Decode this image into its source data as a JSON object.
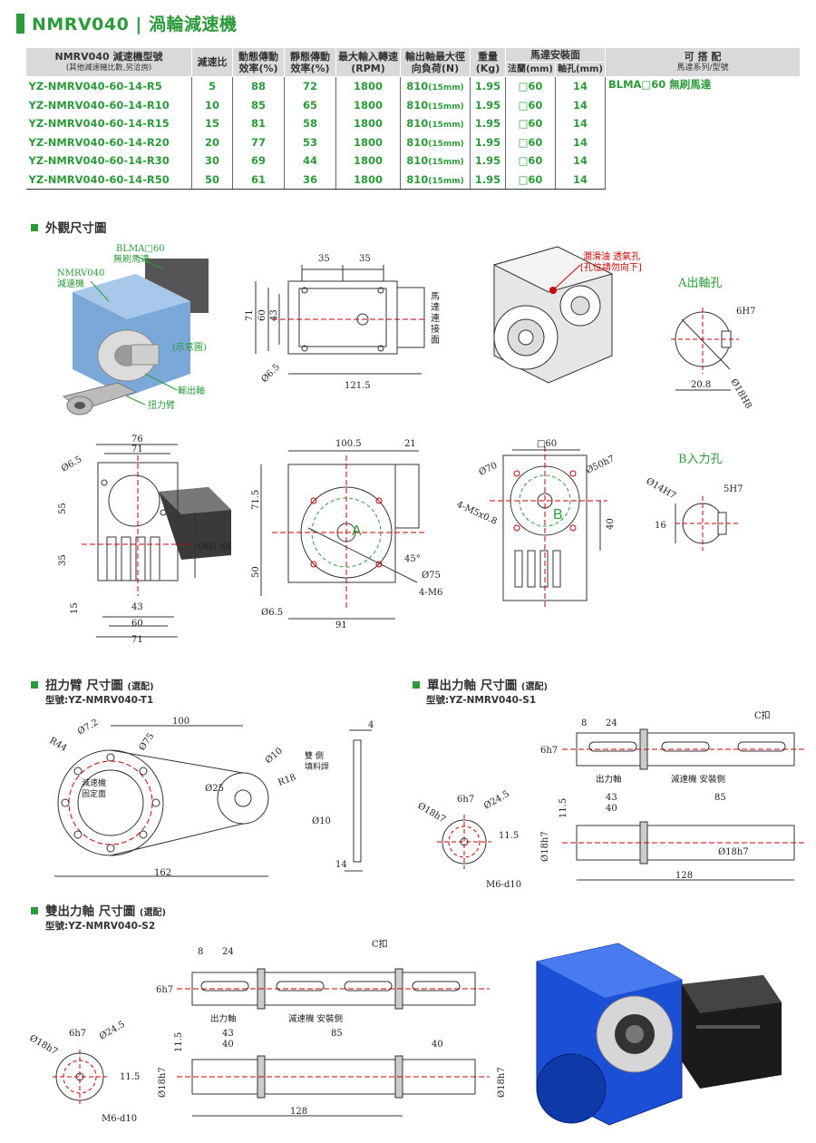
{
  "page": {
    "title": "NMRV040 | 渦輪減速機"
  },
  "table": {
    "headers": {
      "model": "NMRV040 減速機型號",
      "model_sub": "(其他減速機比數,另洽詢)",
      "ratio": "減速比",
      "dyn_eff": "動態傳動效率(%)",
      "sta_eff": "靜態傳動效率(%)",
      "max_input": "最大輸入轉速(RPM)",
      "max_radial": "輸出軸最大徑向負荷(N)",
      "weight": "重量(Kg)",
      "mount": "馬達安裝面",
      "flange": "法蘭(mm)",
      "shaft_hole": "軸孔(mm)",
      "compat": "可 搭 配",
      "compat_sub": "馬達系列/型號"
    },
    "rows": [
      {
        "model": "YZ-NMRV040-60-14-R5",
        "ratio": "5",
        "dyn": "88",
        "sta": "72",
        "rpm": "1800",
        "radial": "810",
        "radial_unit": "(15mm)",
        "weight": "1.95",
        "flange": "□60",
        "hole": "14"
      },
      {
        "model": "YZ-NMRV040-60-14-R10",
        "ratio": "10",
        "dyn": "85",
        "sta": "65",
        "rpm": "1800",
        "radial": "810",
        "radial_unit": "(15mm)",
        "weight": "1.95",
        "flange": "□60",
        "hole": "14"
      },
      {
        "model": "YZ-NMRV040-60-14-R15",
        "ratio": "15",
        "dyn": "81",
        "sta": "58",
        "rpm": "1800",
        "radial": "810",
        "radial_unit": "(15mm)",
        "weight": "1.95",
        "flange": "□60",
        "hole": "14"
      },
      {
        "model": "YZ-NMRV040-60-14-R20",
        "ratio": "20",
        "dyn": "77",
        "sta": "53",
        "rpm": "1800",
        "radial": "810",
        "radial_unit": "(15mm)",
        "weight": "1.95",
        "flange": "□60",
        "hole": "14"
      },
      {
        "model": "YZ-NMRV040-60-14-R30",
        "ratio": "30",
        "dyn": "69",
        "sta": "44",
        "rpm": "1800",
        "radial": "810",
        "radial_unit": "(15mm)",
        "weight": "1.95",
        "flange": "□60",
        "hole": "14"
      },
      {
        "model": "YZ-NMRV040-60-14-R50",
        "ratio": "50",
        "dyn": "61",
        "sta": "36",
        "rpm": "1800",
        "radial": "810",
        "radial_unit": "(15mm)",
        "weight": "1.95",
        "flange": "□60",
        "hole": "14"
      }
    ],
    "compat_value": "BLMA□60 無刷馬達"
  },
  "sections": {
    "outline": "外觀尺寸圖",
    "torque_arm": "扭力臂 尺寸圖",
    "torque_arm_opt": "(選配)",
    "torque_arm_model": "型號:YZ-NMRV040-T1",
    "single_shaft": "單出力軸 尺寸圖",
    "single_shaft_opt": "(選配)",
    "single_shaft_model": "型號:YZ-NMRV040-S1",
    "double_shaft": "雙出力軸 尺寸圖",
    "double_shaft_opt": "(選配)",
    "double_shaft_model": "型號:YZ-NMRV040-S2"
  },
  "callouts": {
    "motor": "BLMA□60",
    "motor2": "無刷馬達",
    "reducer": "NMRV040",
    "reducer2": "減速機",
    "illustration": "(示意圖)",
    "output_shaft": "輸出軸",
    "torque_arm": "扭力臂",
    "lube": "潤滑油 透氣孔",
    "lube2": "[孔位請勿向下]",
    "motor_conn": [
      "馬",
      "達",
      "連",
      "接",
      "面"
    ],
    "a_hole": "A出軸孔",
    "b_hole": "B入力孔",
    "mount_face": "減速機",
    "mount_face2": "固定面",
    "weld": "雙 側",
    "weld2": "填料焊",
    "out_shaft": "出力軸",
    "mount_side": "減速機 安裝側"
  },
  "dims": {
    "d35": "35",
    "d71": "71",
    "d60": "60",
    "d43": "43",
    "d65": "Ø6.5",
    "d1215": "121.5",
    "d6h7": "6H7",
    "d208": "20.8",
    "d18h8": "Ø18H8",
    "d76": "76",
    "d55": "55",
    "d15": "15",
    "d60h8": "Ø60 h8",
    "d1005": "100.5",
    "d21": "21",
    "d715": "71.5",
    "d50": "50",
    "d91": "91",
    "d45": "45°",
    "d75": "Ø75",
    "dm6": "4-M6",
    "dA": "A",
    "dsq60": "□60",
    "d70": "Ø70",
    "d50h7": "Ø50h7",
    "dm5": "4-M5x0.8",
    "d40": "40",
    "dB": "B",
    "d14h7": "Ø14H7",
    "d5h7": "5H7",
    "d16": "16",
    "r44": "R44",
    "d72": "Ø7.2",
    "d100": "100",
    "d75b": "Ø75",
    "d10": "Ø10",
    "d25": "Ø25",
    "r18": "R18",
    "d162": "162",
    "d4": "4",
    "d14": "14",
    "s8": "8",
    "s24": "24",
    "sC": "C扣",
    "s6h7": "6h7",
    "s43": "43",
    "s40": "40",
    "s85": "85",
    "s115": "11.5",
    "s18h7": "Ø18h7",
    "s128": "128",
    "s245": "Ø24.5",
    "sm6": "M6-d10"
  },
  "colors": {
    "accent": "#2c9a3a",
    "red": "#c00000",
    "blue": "#1a4fd6"
  }
}
